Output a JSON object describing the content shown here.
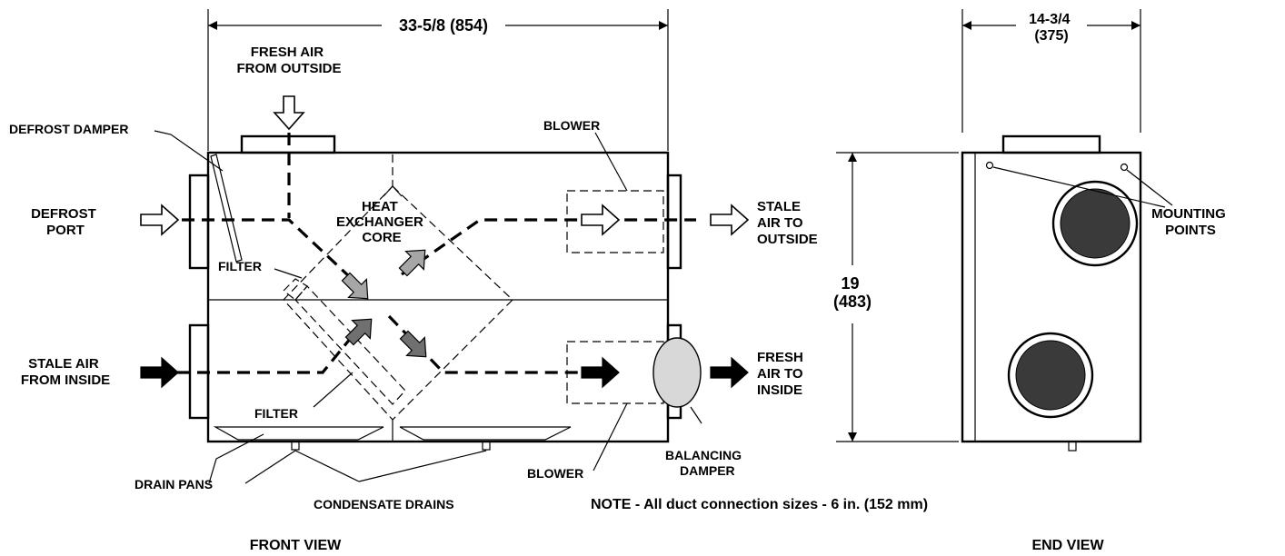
{
  "dimensions": {
    "front_width": "33-5/8 (854)",
    "end_width_in": "14-3/4",
    "end_width_mm": "(375)",
    "height_in": "19",
    "height_mm": "(483)"
  },
  "labels": {
    "fresh_air_from_outside": [
      "FRESH AIR",
      "FROM OUTSIDE"
    ],
    "defrost_damper": "DEFROST DAMPER",
    "defrost_port": [
      "DEFROST",
      "PORT"
    ],
    "heat_exchanger_core": [
      "HEAT",
      "EXCHANGER",
      "CORE"
    ],
    "filter_top": "FILTER",
    "filter_bottom": "FILTER",
    "blower_top": "BLOWER",
    "blower_bottom": "BLOWER",
    "stale_air_to_outside": [
      "STALE",
      "AIR TO",
      "OUTSIDE"
    ],
    "stale_air_from_inside": [
      "STALE AIR",
      "FROM INSIDE"
    ],
    "fresh_air_to_inside": [
      "FRESH",
      "AIR TO",
      "INSIDE"
    ],
    "balancing_damper": [
      "BALANCING",
      "DAMPER"
    ],
    "drain_pans": "DRAIN PANS",
    "condensate_drains": "CONDENSATE DRAINS",
    "mounting_points": [
      "MOUNTING",
      "POINTS"
    ],
    "note": "NOTE - All duct connection sizes - 6 in. (152 mm)",
    "front_view": "FRONT VIEW",
    "end_view": "END VIEW"
  },
  "colors": {
    "line": "#000000",
    "port_dark": "#3a3a3a",
    "damper_fill": "#d8d8d8",
    "arrow_light": "#a6a6a6",
    "arrow_dark": "#707070",
    "arrow_black": "#000000",
    "arrow_open": "#ffffff"
  }
}
